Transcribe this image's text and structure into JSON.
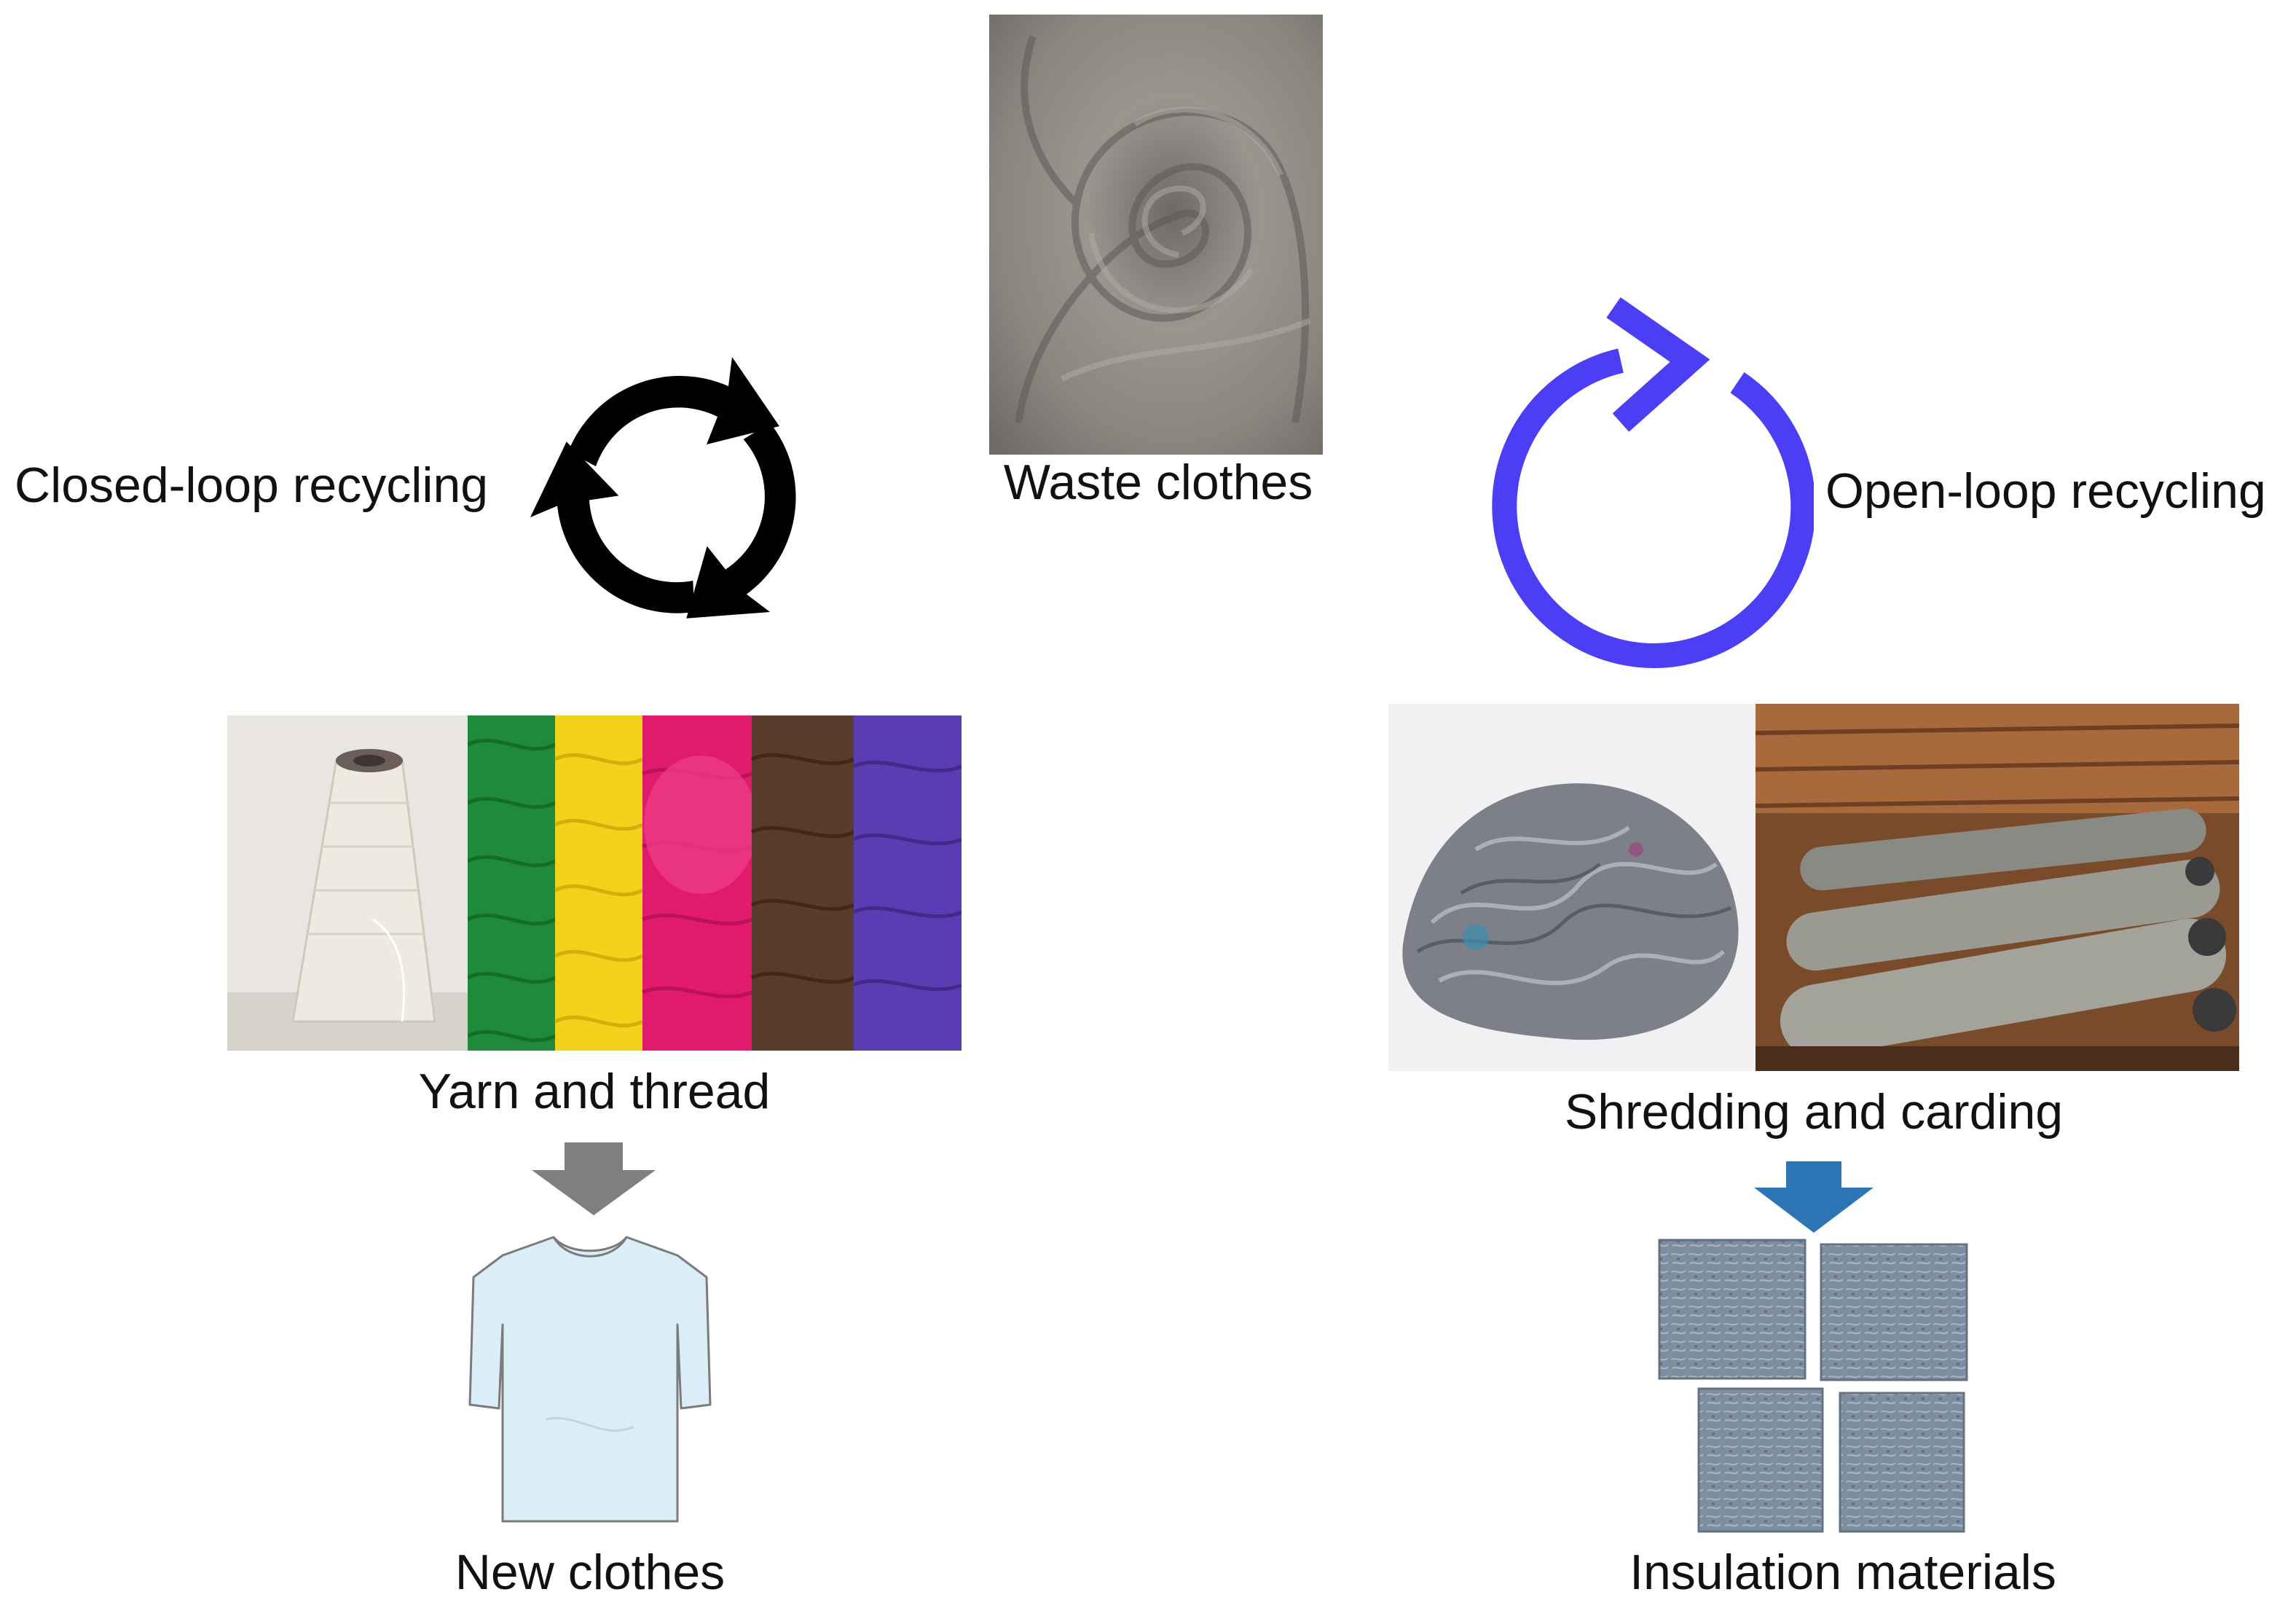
{
  "labels": {
    "waste": "Waste clothes",
    "closed_loop": "Closed-loop recycling",
    "open_loop": "Open-loop recycling",
    "yarn": "Yarn and thread",
    "new_clothes": "New clothes",
    "shredding": "Shredding and carding",
    "insulation": "Insulation materials"
  },
  "colors": {
    "closed_loop_icon": "#000000",
    "open_loop_icon": "#4a3ff5",
    "closed_arrow": "#7f7f7f",
    "open_arrow": "#2e75b6",
    "fabric": "#8f8a84",
    "shirt": "#dbeef7"
  },
  "icons": {
    "closed_loop": "three-arrow-recycle-icon",
    "open_loop": "circular-arrow-icon",
    "down_arrow": "down-arrow-icon",
    "shirt": "t-shirt-icon"
  }
}
